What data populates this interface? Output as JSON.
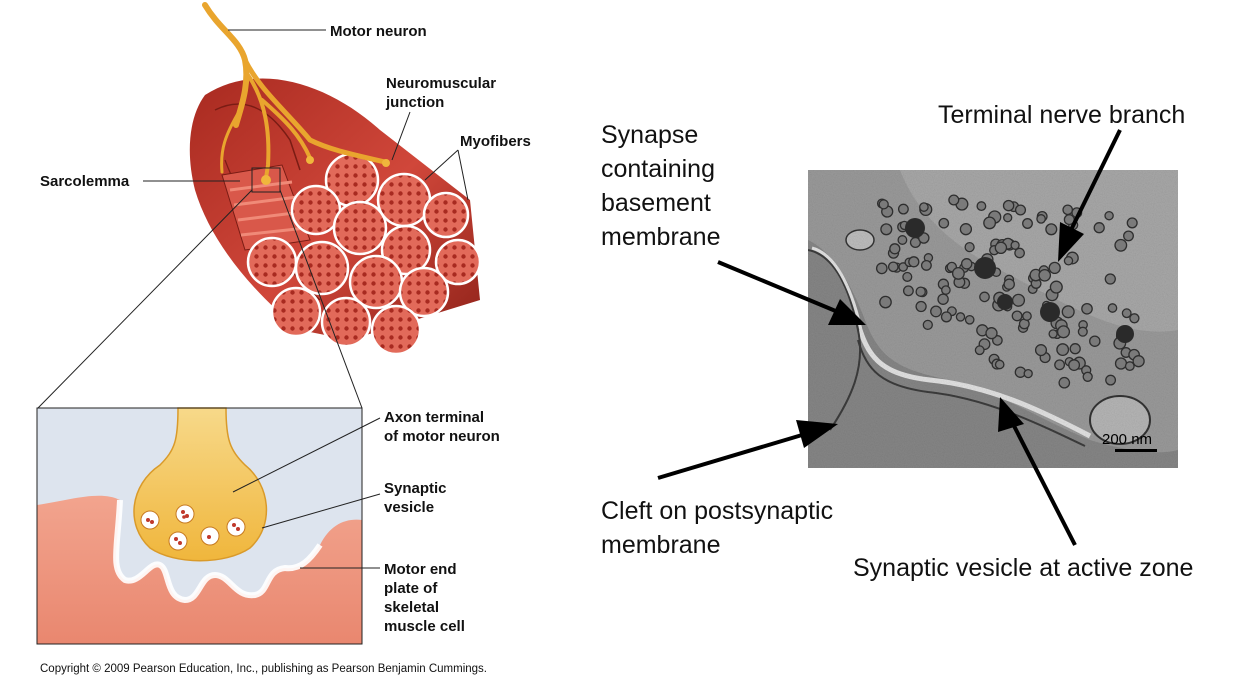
{
  "left_figure": {
    "labels": {
      "motor_neuron": "Motor neuron",
      "nmj_line1": "Neuromuscular",
      "nmj_line2": "junction",
      "myofibers": "Myofibers",
      "sarcolemma": "Sarcolemma",
      "axon_line1": "Axon terminal",
      "axon_line2": "of motor neuron",
      "vesicle_line1": "Synaptic",
      "vesicle_line2": "vesicle",
      "endplate_line1": "Motor end",
      "endplate_line2": "plate of",
      "endplate_line3": "skeletal",
      "endplate_line4": "muscle cell"
    },
    "copyright": "Copyright © 2009 Pearson Education, Inc., publishing as Pearson Benjamin Cummings."
  },
  "right_figure": {
    "labels": {
      "synapse_line1": "Synapse",
      "synapse_line2": "containing",
      "synapse_line3": "basement",
      "synapse_line4": "membrane",
      "terminal_branch": "Terminal nerve branch",
      "cleft_line1": "Cleft on postsynaptic",
      "cleft_line2": "membrane",
      "active_zone": "Synaptic vesicle at active zone"
    },
    "scale_bar": "200 nm"
  },
  "colors": {
    "muscle": "#c0392b",
    "muscle_light": "#e57368",
    "nerve": "#f0b63c",
    "nerve_light": "#f7d98a",
    "cleft": "#c8d6e6",
    "em_gray": "#8a8a8a"
  }
}
